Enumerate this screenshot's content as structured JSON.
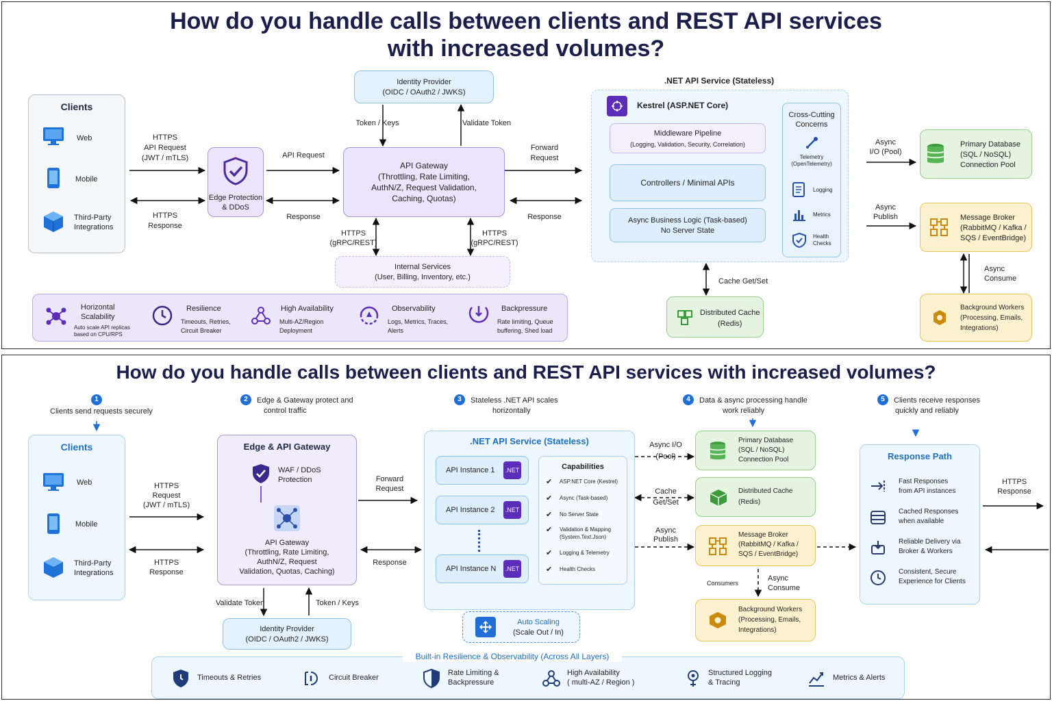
{
  "panel1": {
    "title_line1": "How do you handle calls between clients and REST API services",
    "title_line2": "with increased volumes?",
    "clients": {
      "title": "Clients",
      "web": "Web",
      "mobile": "Mobile",
      "third_party_1": "Third-Party",
      "third_party_2": "Integrations"
    },
    "labels": {
      "https_request_1": "HTTPS",
      "https_request_2": "API Request",
      "https_request_3": "(JWT / mTLS)",
      "https_response_1": "HTTPS",
      "https_response_2": "Response",
      "api_request": "API Request",
      "response": "Response",
      "token_keys": "Token / Keys",
      "validate_token": "Validate Token",
      "forward_1": "Forward",
      "forward_2": "Request",
      "response_right": "Response",
      "https_grpc_l1": "HTTPS",
      "https_grpc_l2": "(gRPC/REST)",
      "https_grpc_r1": "HTTPS",
      "https_grpc_r2": "(gRPC/REST)",
      "async_io_1": "Async",
      "async_io_2": "I/O (Pool)",
      "async_pub_1": "Async",
      "async_pub_2": "Publish",
      "async_consume_1": "Async",
      "async_consume_2": "Consume",
      "cache_getset": "Cache Get/Set"
    },
    "edge": {
      "line1": "Edge Protection",
      "line2": "& DDoS"
    },
    "identity": {
      "line1": "Identity Provider",
      "line2": "(OIDC / OAuth2 / JWKS)"
    },
    "gateway": {
      "line1": "API Gateway",
      "line2": "(Throttling, Rate Limiting,",
      "line3": "AuthN/Z, Request Validation,",
      "line4": "Caching, Quotas)"
    },
    "internal": {
      "line1": "Internal Services",
      "line2": "(User, Billing, Inventory, etc.)"
    },
    "service": {
      "title": ".NET API Service (Stateless)",
      "kestrel": "Kestrel (ASP.NET Core)",
      "middleware_1": "Middleware Pipeline",
      "middleware_2": "(Logging, Validation, Security, Correlation)",
      "controllers": "Controllers / Minimal APIs",
      "async_logic_1": "Async Business Logic (Task-based)",
      "async_logic_2": "No Server State",
      "cross_1": "Cross-Cutting",
      "cross_2": "Concerns",
      "telemetry_1": "Telemetry",
      "telemetry_2": "(OpenTelemetry)",
      "logging": "Logging",
      "metrics": "Metrics",
      "health_1": "Health",
      "health_2": "Checks"
    },
    "db": {
      "line1": "Primary Database",
      "line2": "(SQL / NoSQL)",
      "line3": "Connection Pool"
    },
    "broker": {
      "line1": "Message Broker",
      "line2": "(RabbitMQ / Kafka /",
      "line3": "SQS / EventBridge)"
    },
    "workers": {
      "line1": "Background Workers",
      "line2": "(Processing, Emails,",
      "line3": "Integrations)"
    },
    "cache": {
      "line1": "Distributed Cache",
      "line2": "(Redis)"
    },
    "features": [
      {
        "title1": "Horizontal",
        "title2": "Scalability",
        "desc1": "Auto scale API replicas",
        "desc2": "based on CPU/RPS"
      },
      {
        "title1": "Resilience",
        "title2": "",
        "desc1": "Timeouts, Retries,",
        "desc2": "Circuit Breaker"
      },
      {
        "title1": "High Availability",
        "title2": "",
        "desc1": "Multi-AZ/Region",
        "desc2": "Deployment"
      },
      {
        "title1": "Observability",
        "title2": "",
        "desc1": "Logs, Metrics, Traces,",
        "desc2": "Alerts"
      },
      {
        "title1": "Backpressure",
        "title2": "",
        "desc1": "Rate limiting, Queue",
        "desc2": "buffering, Shed load"
      }
    ]
  },
  "panel2": {
    "title": "How do you handle calls between clients and REST API services with increased volumes?",
    "steps": [
      {
        "num": "1",
        "line1": "Clients send requests securely",
        "line2": ""
      },
      {
        "num": "2",
        "line1": "Edge & Gateway protect and",
        "line2": "control traffic"
      },
      {
        "num": "3",
        "line1": "Stateless .NET API scales",
        "line2": "horizontally"
      },
      {
        "num": "4",
        "line1": "Data & async processing handle",
        "line2": "work reliably"
      },
      {
        "num": "5",
        "line1": "Clients receive responses",
        "line2": "quickly and reliably"
      }
    ],
    "clients": {
      "title": "Clients",
      "web": "Web",
      "mobile": "Mobile",
      "third_party_1": "Third-Party",
      "third_party_2": "Integrations"
    },
    "labels": {
      "https_req_1": "HTTPS",
      "https_req_2": "Request",
      "https_req_3": "(JWT / mTLS)",
      "https_resp_1": "HTTPS",
      "https_resp_2": "Response",
      "forward_1": "Forward",
      "forward_2": "Request",
      "response": "Response",
      "validate_token": "Validate Token",
      "token_keys": "Token / Keys",
      "async_io_1": "Async I/O",
      "async_io_2": "(Pool)",
      "cache_1": "Cache",
      "cache_2": "Get/Set",
      "async_pub_1": "Async",
      "async_pub_2": "Publish",
      "async_consume_1": "Async",
      "async_consume_2": "Consume",
      "consumers": "Consumers",
      "https_resp_r1": "HTTPS",
      "https_resp_r2": "Response"
    },
    "gateway_box": {
      "title": "Edge & API Gateway",
      "waf_1": "WAF / DDoS",
      "waf_2": "Protection",
      "gw_1": "API Gateway",
      "gw_2": "(Throttling, Rate Limiting,",
      "gw_3": "AuthN/Z, Request",
      "gw_4": "Validation, Quotas, Caching)"
    },
    "identity": {
      "line1": "Identity Provider",
      "line2": "(OIDC / OAuth2 / JWKS)"
    },
    "service": {
      "title": ".NET API Service (Stateless)",
      "instances": [
        "API Instance 1",
        "API Instance 2",
        "API Instance N"
      ],
      "badge": ".NET",
      "capabilities_title": "Capabilities",
      "capabilities": [
        "ASP.NET Core (Kestrel)",
        "Async (Task-based)",
        "No Server State",
        "Validation & Mapping",
        "Logging & Telemetry",
        "Health Checks"
      ],
      "validation_sub": "(System.Text.Json)"
    },
    "autoscaling": {
      "line1": "Auto Scaling",
      "line2": "(Scale Out / In)"
    },
    "db": {
      "line1": "Primary Database",
      "line2": "(SQL / NoSQL)",
      "line3": "Connection Pool"
    },
    "cache": {
      "line1": "Distributed Cache",
      "line2": "(Redis)"
    },
    "broker": {
      "line1": "Message Broker",
      "line2": "(RabbitMQ / Kafka /",
      "line3": "SQS / EventBridge)"
    },
    "workers": {
      "line1": "Background Workers",
      "line2": "(Processing, Emails,",
      "line3": "Integrations)"
    },
    "response_path": {
      "title": "Response Path",
      "items": [
        {
          "line1": "Fast Responses",
          "line2": "from API instances"
        },
        {
          "line1": "Cached Responses",
          "line2": "when available"
        },
        {
          "line1": "Reliable Delivery via",
          "line2": "Broker & Workers"
        },
        {
          "line1": "Consistent, Secure",
          "line2": "Experience for Clients"
        }
      ]
    },
    "resilience": {
      "title": "Built-in Resilience & Observability (Across All Layers)",
      "items": [
        {
          "line1": "Timeouts & Retries",
          "line2": ""
        },
        {
          "line1": "Circuit Breaker",
          "line2": ""
        },
        {
          "line1": "Rate Limiting &",
          "line2": "Backpressure"
        },
        {
          "line1": "High Availability",
          "line2": "( multi-AZ / Region )"
        },
        {
          "line1": "Structured Logging",
          "line2": "& Tracing"
        },
        {
          "line1": "Metrics & Alerts",
          "line2": ""
        }
      ]
    }
  }
}
